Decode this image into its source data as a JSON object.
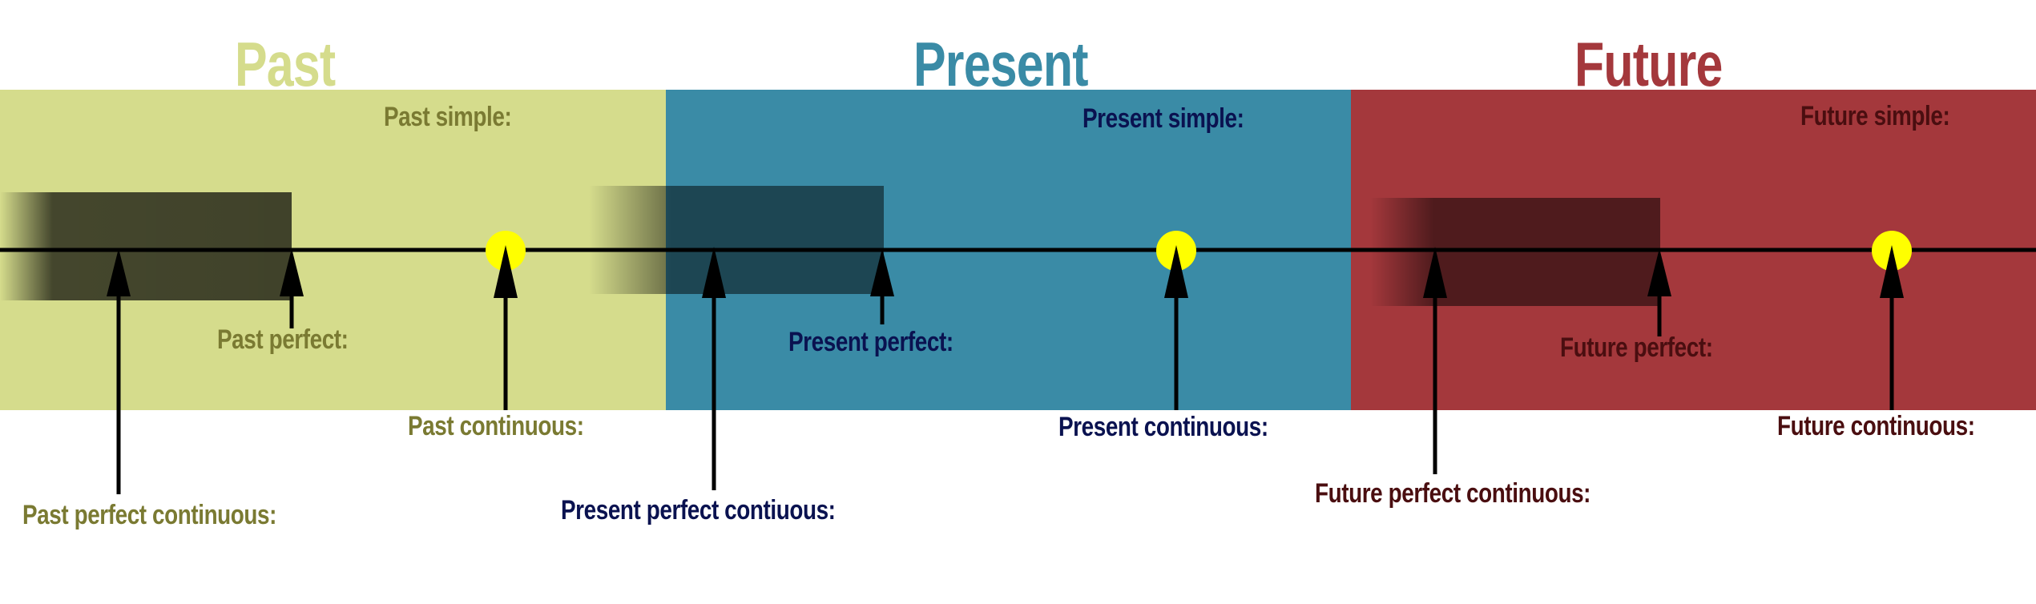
{
  "colors": {
    "past": "#d5dc8c",
    "past_text": "#7a7a32",
    "past_title": "#d5dc8c",
    "present": "#3a8ba6",
    "present_text": "#0a1250",
    "present_title": "#3a8ba6",
    "future": "#a4383c",
    "future_text": "#4a0e10",
    "future_title": "#a4383c",
    "timeline": "#000000",
    "point": "#ffff00"
  },
  "periods": [
    {
      "key": "past",
      "title": "Past",
      "simple": "Past simple:",
      "perfect": "Past perfect:",
      "continuous": "Past continuous:",
      "perfect_continuous": "Past perfect continuous:"
    },
    {
      "key": "present",
      "title": "Present",
      "simple": "Present simple:",
      "perfect": "Present perfect:",
      "continuous": "Present continuous:",
      "perfect_continuous": "Present perfect contiuous:"
    },
    {
      "key": "future",
      "title": "Future",
      "simple": "Future simple:",
      "perfect": "Future perfect:",
      "continuous": "Future continuous:",
      "perfect_continuous": "Future perfect continuous:"
    }
  ]
}
